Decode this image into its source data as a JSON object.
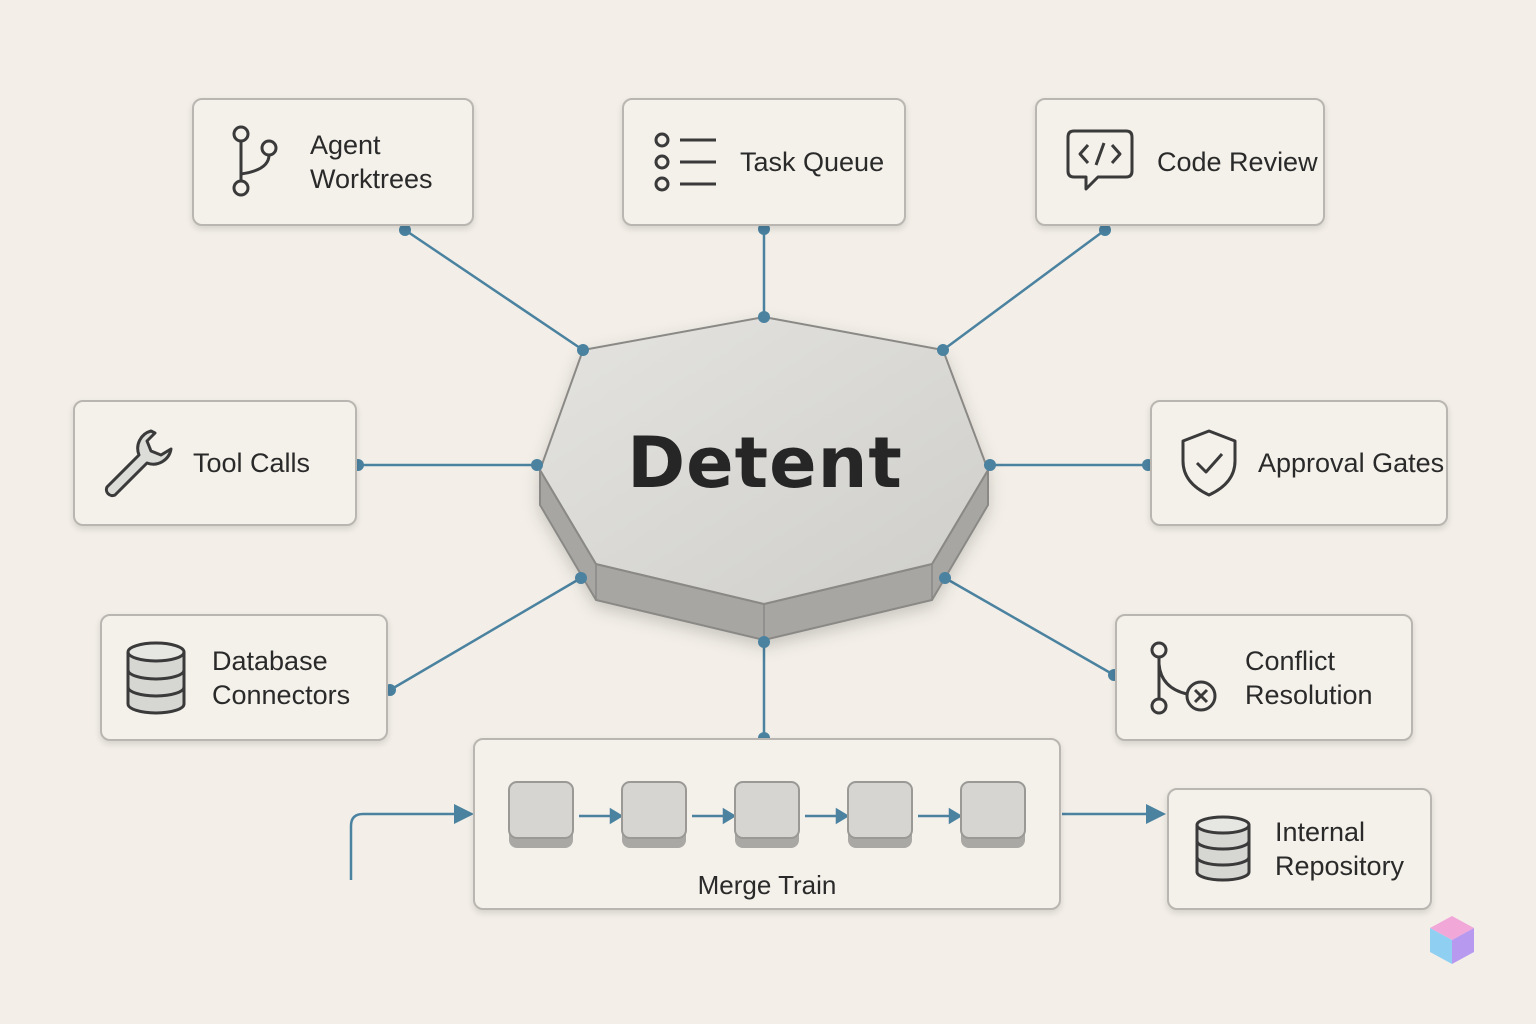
{
  "center": {
    "title": "Detent"
  },
  "nodes": {
    "agent_worktrees": {
      "label": "Agent\nWorktrees",
      "icon": "git-branch-icon"
    },
    "task_queue": {
      "label": "Task Queue",
      "icon": "list-icon"
    },
    "code_review": {
      "label": "Code Review",
      "icon": "code-bubble-icon"
    },
    "tool_calls": {
      "label": "Tool Calls",
      "icon": "wrench-icon"
    },
    "approval_gates": {
      "label": "Approval Gates",
      "icon": "shield-check-icon"
    },
    "database_connectors": {
      "label": "Database\nConnectors",
      "icon": "database-icon"
    },
    "conflict_resolution": {
      "label": "Conflict\nResolution",
      "icon": "merge-conflict-icon"
    },
    "internal_repository": {
      "label": "Internal\nRepository",
      "icon": "database-icon"
    }
  },
  "merge_train": {
    "label": "Merge Train",
    "car_count": 5
  },
  "colors": {
    "connector": "#4a82a0",
    "box_border": "#b9b6b1",
    "background": "#f3efe8",
    "text": "#2a2a2a"
  }
}
